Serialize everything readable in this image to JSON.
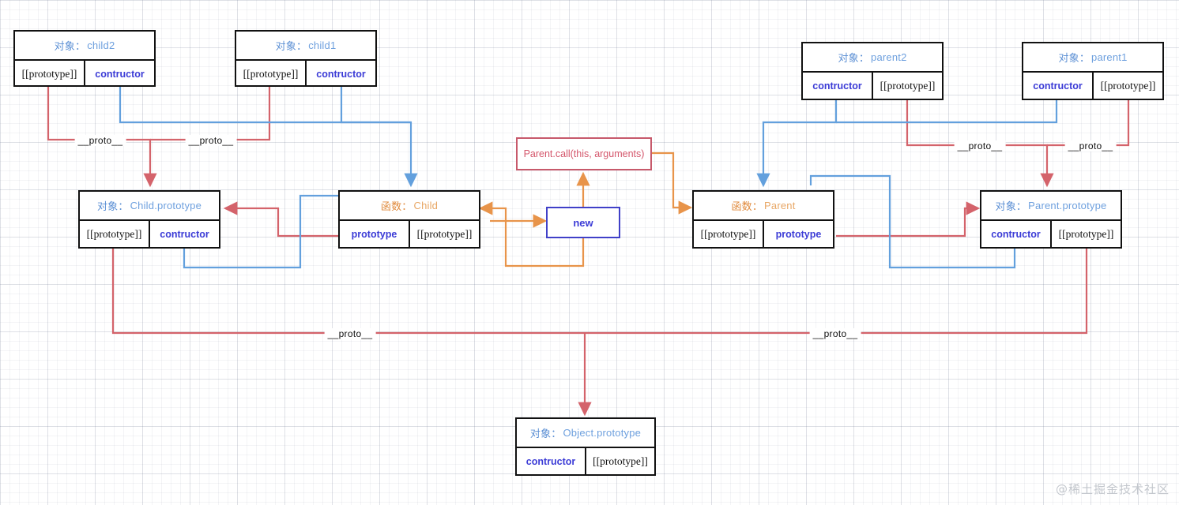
{
  "diagram": {
    "title": "JavaScript prototype chain diagram",
    "watermark": "@稀土掘金技术社区",
    "colors": {
      "red": "#d4636b",
      "blue": "#63a0dd",
      "orange": "#e8944a",
      "node_border": "#111111",
      "object_label": "#6ea0de",
      "function_label": "#e8a765",
      "member_blue": "#3b3bd6",
      "call_box": "#c7596b",
      "new_box": "#4040c8"
    }
  },
  "nodes": {
    "child2": {
      "kind_label": "对象：",
      "name": "child2",
      "left_cell": "[[prototype]]",
      "right_cell": "contructor"
    },
    "child1": {
      "kind_label": "对象：",
      "name": "child1",
      "left_cell": "[[prototype]]",
      "right_cell": "contructor"
    },
    "parent2": {
      "kind_label": "对象：",
      "name": "parent2",
      "left_cell": "contructor",
      "right_cell": "[[prototype]]"
    },
    "parent1": {
      "kind_label": "对象：",
      "name": "parent1",
      "left_cell": "contructor",
      "right_cell": "[[prototype]]"
    },
    "child_prototype": {
      "kind_label": "对象：",
      "name": "Child.prototype",
      "left_cell": "[[prototype]]",
      "right_cell": "contructor"
    },
    "child_fn": {
      "kind_label": "函数：",
      "name": "Child",
      "left_cell": "prototype",
      "right_cell": "[[prototype]]"
    },
    "parent_fn": {
      "kind_label": "函数：",
      "name": "Parent",
      "left_cell": "[[prototype]]",
      "right_cell": "prototype"
    },
    "parent_prototype": {
      "kind_label": "对象：",
      "name": "Parent.prototype",
      "left_cell": "contructor",
      "right_cell": "[[prototype]]"
    },
    "object_prototype": {
      "kind_label": "对象：",
      "name": "Object.prototype",
      "left_cell": "contructor",
      "right_cell": "[[prototype]]"
    }
  },
  "call_box": {
    "text": "Parent.call(this, arguments)"
  },
  "new_box": {
    "text": "new"
  },
  "edge_labels": {
    "child2_proto": "__proto__",
    "child1_proto": "__proto__",
    "parent2_proto": "__proto__",
    "parent1_proto": "__proto__",
    "childproto_proto": "__proto__",
    "parentproto_proto": "__proto__"
  }
}
